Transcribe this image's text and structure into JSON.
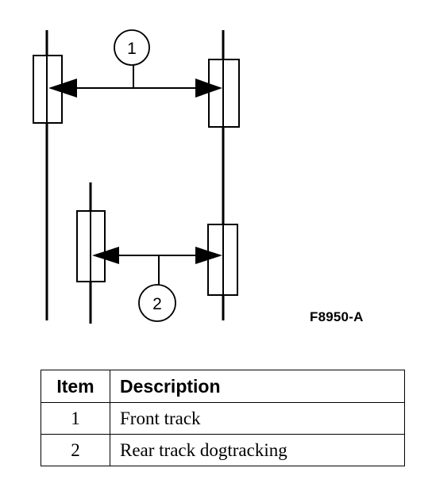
{
  "diagram": {
    "callouts": [
      {
        "number": "1",
        "label": "Front track"
      },
      {
        "number": "2",
        "label": "Rear track dogtracking"
      }
    ],
    "figure_id": "F8950-A"
  },
  "legend": {
    "headers": {
      "item": "Item",
      "description": "Description"
    },
    "rows": [
      {
        "item": "1",
        "description": "Front track"
      },
      {
        "item": "2",
        "description": "Rear track dogtracking"
      }
    ]
  }
}
